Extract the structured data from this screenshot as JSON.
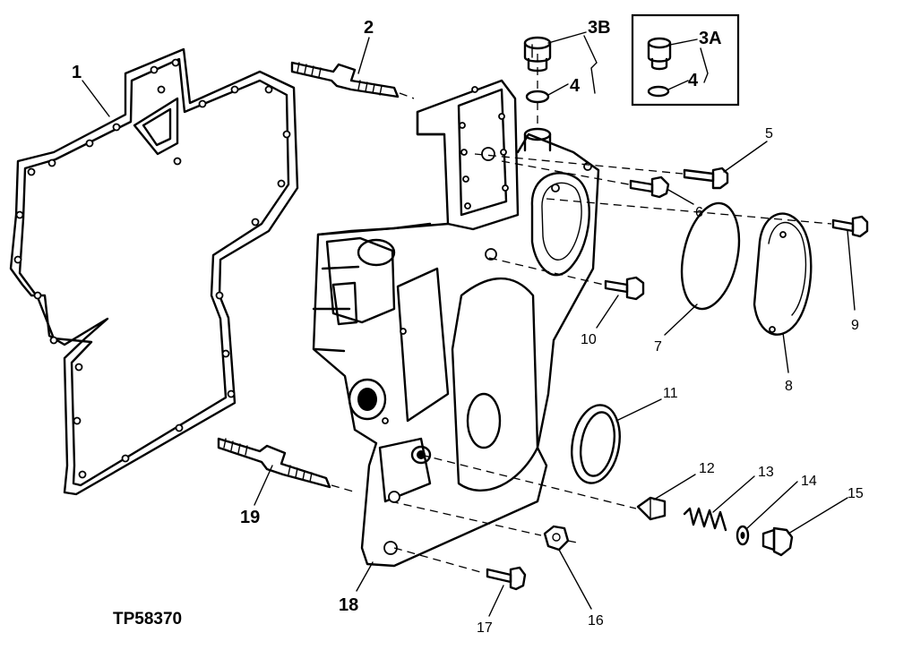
{
  "figure_id": "TP58370",
  "callouts": {
    "c1": "1",
    "c2": "2",
    "c3b": "3B",
    "c4a": "4",
    "c3a": "3A",
    "c4b": "4",
    "c5": "5",
    "c6": "6",
    "c7": "7",
    "c8": "8",
    "c9": "9",
    "c10": "10",
    "c11": "11",
    "c12": "12",
    "c13": "13",
    "c14": "14",
    "c15": "15",
    "c16": "16",
    "c17": "17",
    "c18": "18",
    "c19": "19"
  },
  "colors": {
    "ink": "#000000",
    "paper": "#ffffff"
  }
}
